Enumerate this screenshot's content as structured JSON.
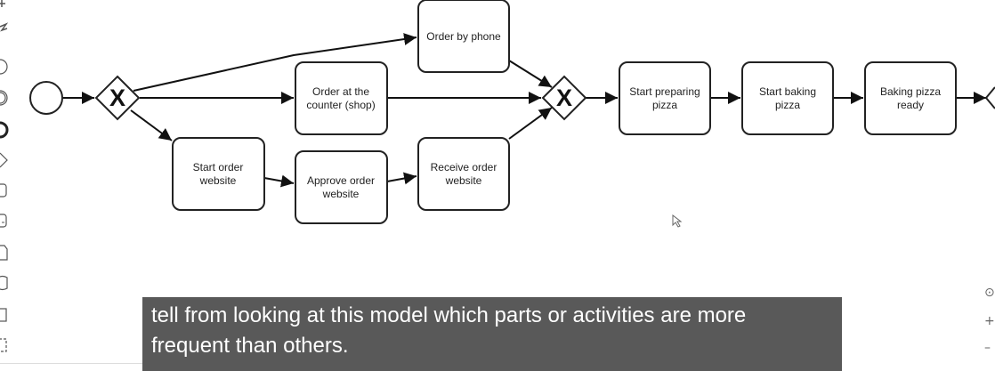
{
  "tasks": {
    "order_by_phone": [
      "Order by phone"
    ],
    "order_at_counter": [
      "Order at the",
      "counter (shop)"
    ],
    "start_order_website": [
      "Start order",
      "website"
    ],
    "approve_order_website": [
      "Approve order",
      "website"
    ],
    "receive_order_website": [
      "Receive order",
      "website"
    ],
    "start_preparing_pizza": [
      "Start preparing",
      "pizza"
    ],
    "start_baking_pizza": [
      "Start baking",
      "pizza"
    ],
    "baking_pizza_ready": [
      "Baking pizza",
      "ready"
    ]
  },
  "gateway_marker": "X",
  "caption": {
    "line1": "tell from looking at this model which parts or activities are more",
    "line2": "frequent than others."
  },
  "palette_icons": [
    "hand-tool-icon",
    "connect-tool-icon",
    "start-event-icon",
    "intermediate-event-icon",
    "end-event-icon",
    "gateway-icon",
    "task-icon",
    "subprocess-icon",
    "data-object-icon",
    "data-store-icon",
    "pool-icon",
    "group-icon"
  ],
  "zoom_controls": {
    "reset": "⊙",
    "zoom_in": "+",
    "zoom_out": "–"
  },
  "colors": {
    "caption_bg": "#595959",
    "caption_text": "#ffffff",
    "stroke": "#222222"
  }
}
